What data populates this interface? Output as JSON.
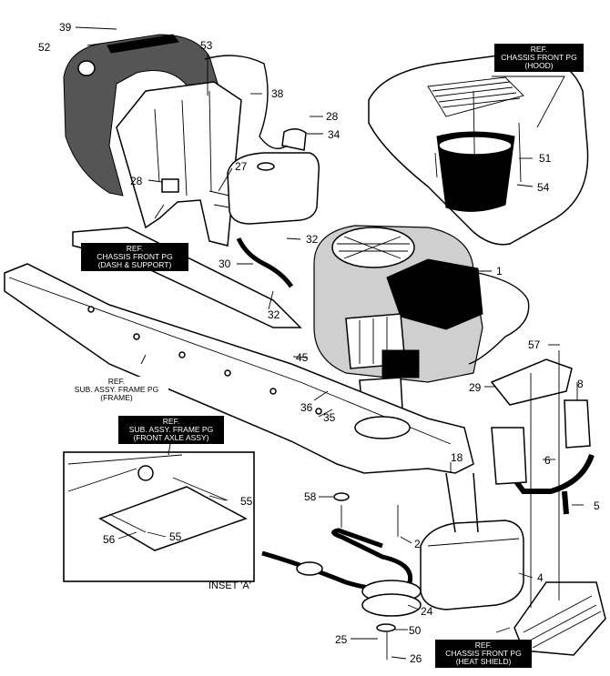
{
  "callouts": [
    {
      "id": "39",
      "text": "39"
    },
    {
      "id": "52",
      "text": "52"
    },
    {
      "id": "53",
      "text": "53"
    },
    {
      "id": "38",
      "text": "38"
    },
    {
      "id": "28a",
      "text": "28"
    },
    {
      "id": "34",
      "text": "34"
    },
    {
      "id": "27",
      "text": "27"
    },
    {
      "id": "28b",
      "text": "28"
    },
    {
      "id": "51",
      "text": "51"
    },
    {
      "id": "54",
      "text": "54"
    },
    {
      "id": "32a",
      "text": "32"
    },
    {
      "id": "30",
      "text": "30"
    },
    {
      "id": "1",
      "text": "1"
    },
    {
      "id": "32b",
      "text": "32"
    },
    {
      "id": "45",
      "text": "45"
    },
    {
      "id": "57",
      "text": "57"
    },
    {
      "id": "29",
      "text": "29"
    },
    {
      "id": "8",
      "text": "8"
    },
    {
      "id": "36",
      "text": "36"
    },
    {
      "id": "35",
      "text": "35"
    },
    {
      "id": "6",
      "text": "6"
    },
    {
      "id": "18",
      "text": "18"
    },
    {
      "id": "5",
      "text": "5"
    },
    {
      "id": "58",
      "text": "58"
    },
    {
      "id": "55a",
      "text": "55"
    },
    {
      "id": "56",
      "text": "56"
    },
    {
      "id": "55b",
      "text": "55"
    },
    {
      "id": "2",
      "text": "2"
    },
    {
      "id": "4",
      "text": "4"
    },
    {
      "id": "24",
      "text": "24"
    },
    {
      "id": "25",
      "text": "25"
    },
    {
      "id": "50",
      "text": "50"
    },
    {
      "id": "26",
      "text": "26"
    }
  ],
  "ref_boxes": {
    "hood": [
      "REF.",
      "CHASSIS FRONT PG",
      "(HOOD)"
    ],
    "dash": [
      "REF.",
      "CHASSIS FRONT PG",
      "(DASH & SUPPORT)"
    ],
    "frame": [
      "REF.",
      "SUB. ASSY. FRAME PG",
      "(FRAME)"
    ],
    "axle": [
      "REF.",
      "SUB. ASSY. FRAME PG",
      "(FRONT AXLE ASSY)"
    ],
    "heatshield": [
      "REF.",
      "CHASSIS FRONT PG",
      "(HEAT SHIELD)"
    ]
  },
  "inset_label": "INSET 'A'"
}
